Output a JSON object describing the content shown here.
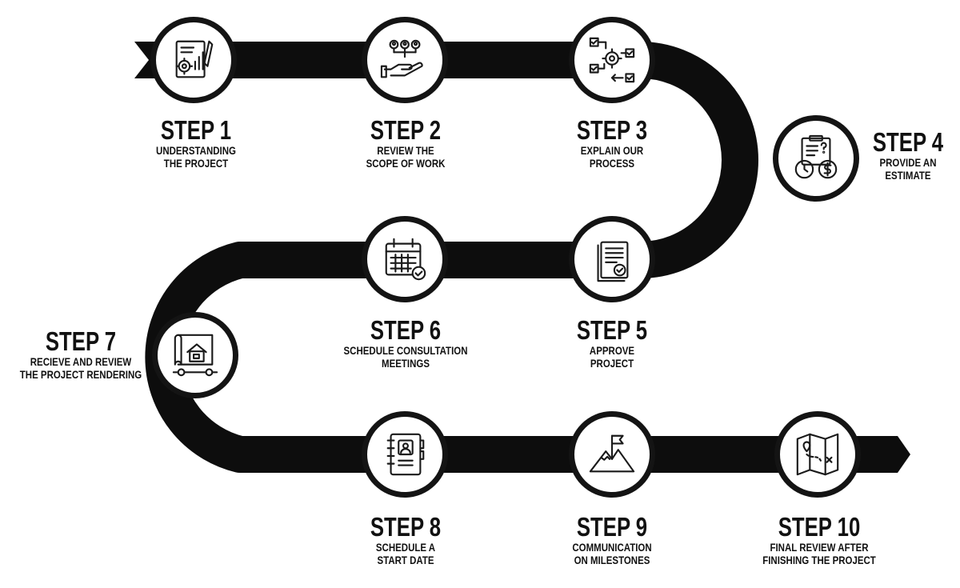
{
  "colors": {
    "road": "#0d0d0d",
    "node_fill": "#ffffff",
    "icon": "#1a1a1a",
    "text": "#111111"
  },
  "steps": [
    {
      "step": "STEP 1",
      "line1": "UNDERSTANDING",
      "line2": "THE PROJECT",
      "icon": "document-gear-chart-icon"
    },
    {
      "step": "STEP 2",
      "line1": "REVIEW THE",
      "line2": "SCOPE OF WORK",
      "icon": "hand-team-icon"
    },
    {
      "step": "STEP 3",
      "line1": "EXPLAIN OUR",
      "line2": "PROCESS",
      "icon": "process-checklist-gear-icon"
    },
    {
      "step": "STEP 4",
      "line1": "PROVIDE AN",
      "line2": "ESTIMATE",
      "icon": "clipboard-clock-dollar-icon"
    },
    {
      "step": "STEP 5",
      "line1": "APPROVE",
      "line2": "PROJECT",
      "icon": "approved-documents-icon"
    },
    {
      "step": "STEP 6",
      "line1": "SCHEDULE CONSULTATION",
      "line2": "MEETINGS",
      "icon": "calendar-check-icon"
    },
    {
      "step": "STEP 7",
      "line1": "RECIEVE AND REVIEW",
      "line2": "THE PROJECT RENDERING",
      "icon": "house-blueprint-wrench-icon"
    },
    {
      "step": "STEP 8",
      "line1": "SCHEDULE A",
      "line2": "START DATE",
      "icon": "contact-notebook-icon"
    },
    {
      "step": "STEP 9",
      "line1": "COMMUNICATION",
      "line2": "ON MILESTONES",
      "icon": "mountain-flag-icon"
    },
    {
      "step": "STEP 10",
      "line1": "FINAL REVIEW AFTER",
      "line2": "FINISHING THE PROJECT",
      "icon": "treasure-map-icon"
    }
  ]
}
